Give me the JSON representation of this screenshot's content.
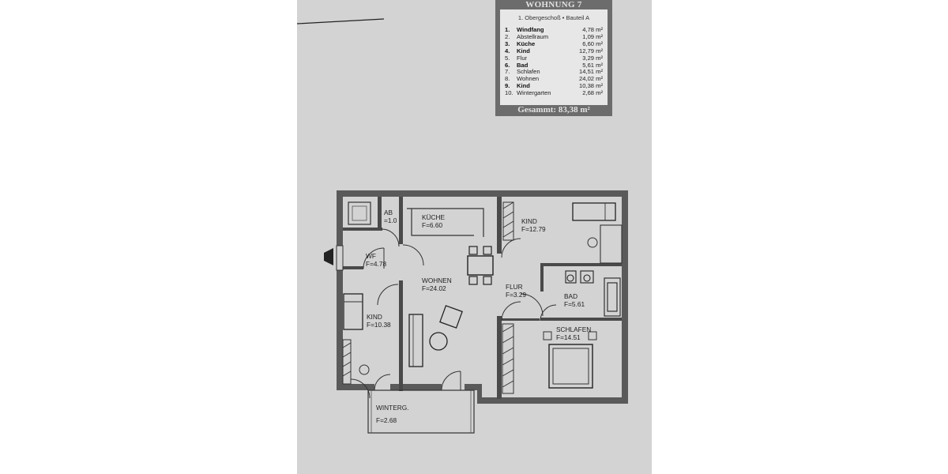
{
  "legend": {
    "title": "WOHNUNG 7",
    "subtitle": "1. Obergeschoß • Bauteil A",
    "rooms": [
      {
        "num": "1.",
        "name": "Windfang",
        "area": "4,78 m²",
        "bold": true
      },
      {
        "num": "2.",
        "name": "Abstellraum",
        "area": "1,09 m²",
        "bold": false
      },
      {
        "num": "3.",
        "name": "Küche",
        "area": "6,60 m²",
        "bold": true
      },
      {
        "num": "4.",
        "name": "Kind",
        "area": "12,79 m²",
        "bold": true
      },
      {
        "num": "5.",
        "name": "Flur",
        "area": "3,29 m²",
        "bold": false
      },
      {
        "num": "6.",
        "name": "Bad",
        "area": "5,61 m²",
        "bold": true
      },
      {
        "num": "7.",
        "name": "Schlafen",
        "area": "14,51 m²",
        "bold": false
      },
      {
        "num": "8.",
        "name": "Wohnen",
        "area": "24,02 m²",
        "bold": false
      },
      {
        "num": "9.",
        "name": "Kind",
        "area": "10,38 m²",
        "bold": true
      },
      {
        "num": "10.",
        "name": "Wintergarten",
        "area": "2,68 m²",
        "bold": false
      }
    ],
    "total": "Gesammt: 83,38 m²"
  },
  "plan": {
    "rooms": {
      "ab": {
        "name": "AB",
        "area": "=1.0"
      },
      "kueche": {
        "name": "KÜCHE",
        "area": "F=6.60"
      },
      "kind_top": {
        "name": "KIND",
        "area": "F=12.79"
      },
      "wf": {
        "name": "WF",
        "area": "F=4.78"
      },
      "wohnen": {
        "name": "WOHNEN",
        "area": "F=24.02"
      },
      "flur": {
        "name": "FLUR",
        "area": "F=3.29"
      },
      "bad": {
        "name": "BAD",
        "area": "F=5.61"
      },
      "kind_left": {
        "name": "KIND",
        "area": "F=10.38"
      },
      "schlafen": {
        "name": "SCHLAFEN",
        "area": "F=14.51"
      },
      "winterg": {
        "name": "WINTERG.",
        "area": "F=2.68"
      }
    }
  }
}
